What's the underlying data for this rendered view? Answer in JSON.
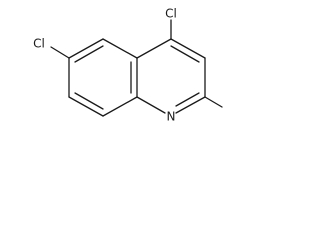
{
  "molecule": {
    "atoms": {
      "cl_top": "Cl",
      "cl_left": "Cl",
      "n_ring": "N"
    }
  }
}
